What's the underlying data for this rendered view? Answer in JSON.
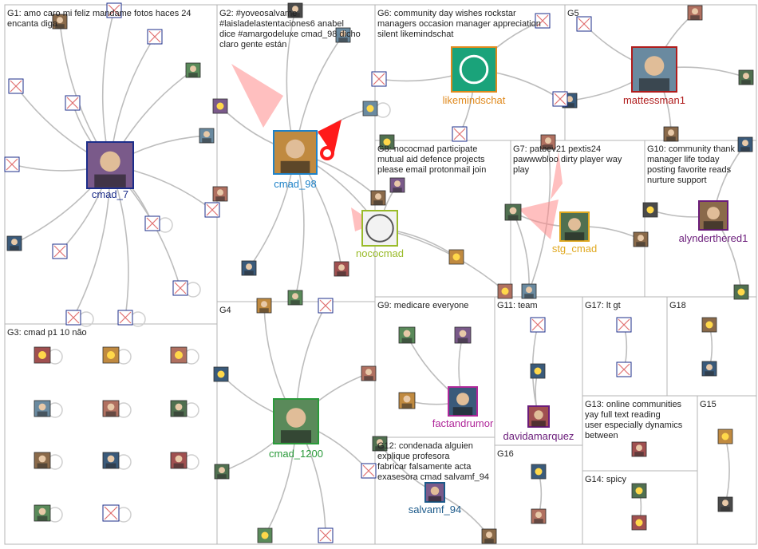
{
  "colors": {
    "group_border": "#b4b4b4",
    "edge": "#bdbdbd",
    "edge_red": "#ff8a8a",
    "hub_red": "#ff1a1a"
  },
  "groups": [
    {
      "id": "g1",
      "label": "G1: amo caro mi feliz mandame fotos haces 24 encanta diga"
    },
    {
      "id": "g2",
      "label": "G2: #yoveosalvame #laisladelastentaciones6 anabel dice #amargodeluxe cmad_98 dicho claro gente están"
    },
    {
      "id": "g3",
      "label": "G3: cmad p1 10 não"
    },
    {
      "id": "g4",
      "label": "G4"
    },
    {
      "id": "g5",
      "label": "G5"
    },
    {
      "id": "g6",
      "label": "G6: community day wishes rockstar managers occasion manager appreciation silent likemindschat"
    },
    {
      "id": "g7",
      "label": "G7: patbev21 pextis24 pawwwbloo dirty player way play"
    },
    {
      "id": "g8",
      "label": "G8: nococmad participate mutual aid defence projects please email protonmail join"
    },
    {
      "id": "g9",
      "label": "G9: medicare everyone"
    },
    {
      "id": "g10",
      "label": "G10: community thank manager life today posting favorite reads nurture support"
    },
    {
      "id": "g11",
      "label": "G11: team"
    },
    {
      "id": "g12",
      "label": "G12: condenada alguien explique profesora fabricar falsamente acta exasesora cmad salvamf_94"
    },
    {
      "id": "g13",
      "label": "G13: online communities yay full text reading user especially dynamics between"
    },
    {
      "id": "g14",
      "label": "G14: spicy"
    },
    {
      "id": "g15",
      "label": "G15"
    },
    {
      "id": "g16",
      "label": "G16"
    },
    {
      "id": "g17",
      "label": "G17: lt gt"
    },
    {
      "id": "g18",
      "label": "G18"
    }
  ],
  "hubs": [
    {
      "id": "cmad_7",
      "label": "cmad_7",
      "color": "#1c2d8a"
    },
    {
      "id": "cmad_98",
      "label": "cmad_98",
      "color": "#1e82c8"
    },
    {
      "id": "likemindschat",
      "label": "likemindschat",
      "color": "#e08a1e"
    },
    {
      "id": "mattessman1",
      "label": "mattessman1",
      "color": "#b01c1c"
    },
    {
      "id": "nococmad",
      "label": "nococmad",
      "color": "#9abb2a"
    },
    {
      "id": "stg_cmad",
      "label": "stg_cmad",
      "color": "#e0a81e"
    },
    {
      "id": "alynderthered1",
      "label": "alynderthered1",
      "color": "#6a1c7a"
    },
    {
      "id": "factandrumor",
      "label": "factandrumor",
      "color": "#b0289a"
    },
    {
      "id": "davidamarquez",
      "label": "davidamarquez",
      "color": "#6a1c7a"
    },
    {
      "id": "cmad_1200",
      "label": "cmad_1200",
      "color": "#2a9a3a"
    },
    {
      "id": "salvamf_94",
      "label": "salvamf_94",
      "color": "#1c5a8a"
    }
  ]
}
